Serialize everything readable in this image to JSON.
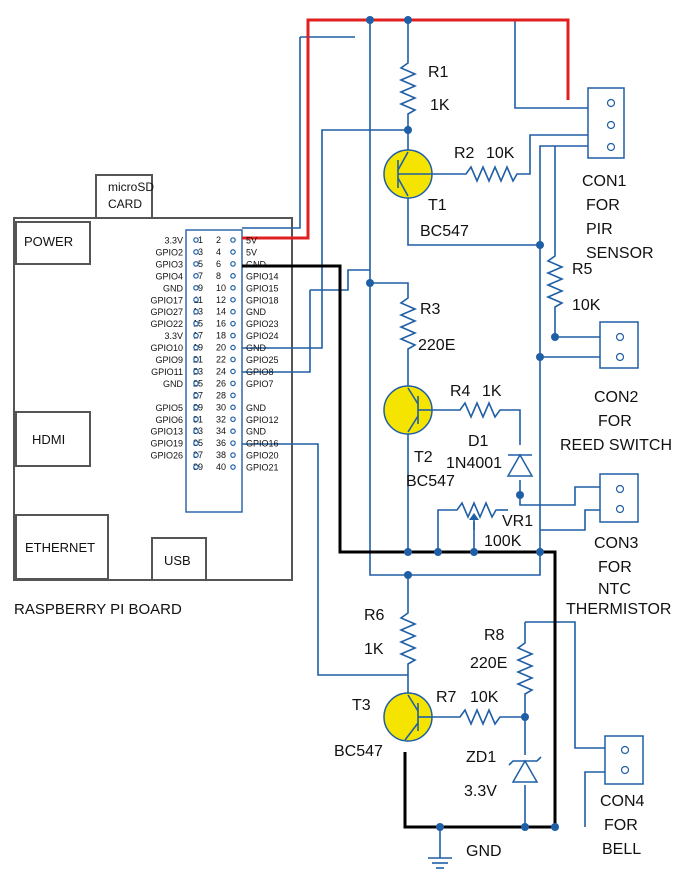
{
  "board": {
    "name": "RASPBERRY PI BOARD",
    "microsd": [
      "microSD",
      "CARD"
    ],
    "power": "POWER",
    "hdmi": "HDMI",
    "ethernet": "ETHERNET",
    "usb": "USB"
  },
  "header": {
    "left": [
      "3.3V",
      "GPIO2",
      "GPIO3",
      "GPIO4",
      "GND",
      "GPIO17",
      "GPIO27",
      "GPIO22",
      "3.3V",
      "GPIO10",
      "GPIO9",
      "GPIO11",
      "GND",
      "",
      "GPIO5",
      "GPIO6",
      "GPIO13",
      "GPIO19",
      "GPIO26",
      ""
    ],
    "right": [
      "5V",
      "5V",
      "GND",
      "GPIO14",
      "GPIO15",
      "GPIO18",
      "GND",
      "GPIO23",
      "GPIO24",
      "GND",
      "GPIO25",
      "GPIO8",
      "GPIO7",
      "",
      "GND",
      "GPIO12",
      "GND",
      "GPIO16",
      "GPIO20",
      "GPIO21"
    ],
    "pins_odd": [
      "1",
      "3",
      "5",
      "7",
      "9",
      "11",
      "13",
      "15",
      "17",
      "19",
      "21",
      "23",
      "25",
      "27",
      "29",
      "31",
      "33",
      "35",
      "37",
      "39"
    ],
    "pins_even": [
      "2",
      "4",
      "6",
      "8",
      "10",
      "12",
      "14",
      "16",
      "18",
      "20",
      "22",
      "24",
      "26",
      "28",
      "30",
      "32",
      "34",
      "36",
      "38",
      "40"
    ]
  },
  "components": {
    "r1": {
      "name": "R1",
      "value": "1K"
    },
    "r2": {
      "name": "R2",
      "value": "10K"
    },
    "t1": {
      "name": "T1",
      "type": "BC547"
    },
    "r3": {
      "name": "R3",
      "value": "220E"
    },
    "r4": {
      "name": "R4",
      "value": "1K"
    },
    "d1": {
      "name": "D1",
      "type": "1N4001"
    },
    "t2": {
      "name": "T2",
      "type": "BC547"
    },
    "r5": {
      "name": "R5",
      "value": "10K"
    },
    "vr1": {
      "name": "VR1",
      "value": "100K"
    },
    "r6": {
      "name": "R6",
      "value": "1K"
    },
    "t3": {
      "name": "T3",
      "type": "BC547"
    },
    "r7": {
      "name": "R7",
      "value": "10K"
    },
    "r8": {
      "name": "R8",
      "value": "220E"
    },
    "zd1": {
      "name": "ZD1",
      "value": "3.3V"
    },
    "gnd": "GND"
  },
  "connectors": {
    "con1": [
      "CON1",
      "FOR",
      "PIR",
      "SENSOR"
    ],
    "con2": [
      "CON2",
      "FOR",
      "REED SWITCH"
    ],
    "con3": [
      "CON3",
      "FOR",
      "NTC",
      "THERMISTOR"
    ],
    "con4": [
      "CON4",
      "FOR",
      "BELL"
    ]
  },
  "colors": {
    "wire": "#1f5fa6",
    "power": "#e02020",
    "ground": "#000000",
    "transistor": "#f5e400"
  }
}
